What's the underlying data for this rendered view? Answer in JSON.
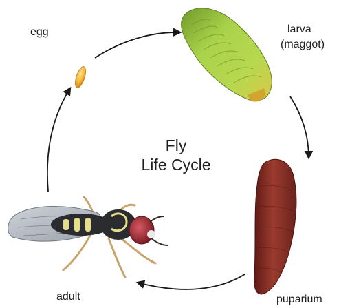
{
  "diagram": {
    "title_line1": "Fly",
    "title_line2": "Life Cycle",
    "stages": {
      "egg": "egg",
      "larva_line1": "larva",
      "larva_line2": "(maggot)",
      "puparium": "puparium",
      "adult": "adult"
    },
    "colors": {
      "background": "#ffffff",
      "text": "#1f1f1f",
      "arrow": "#1a1a1a",
      "egg": "#f2b233",
      "larva": "#9ec83c",
      "puparium": "#8a2f26",
      "adult_body": "#2a2c30",
      "adult_eye": "#b3343d",
      "adult_markings": "#e6dd8a"
    }
  }
}
